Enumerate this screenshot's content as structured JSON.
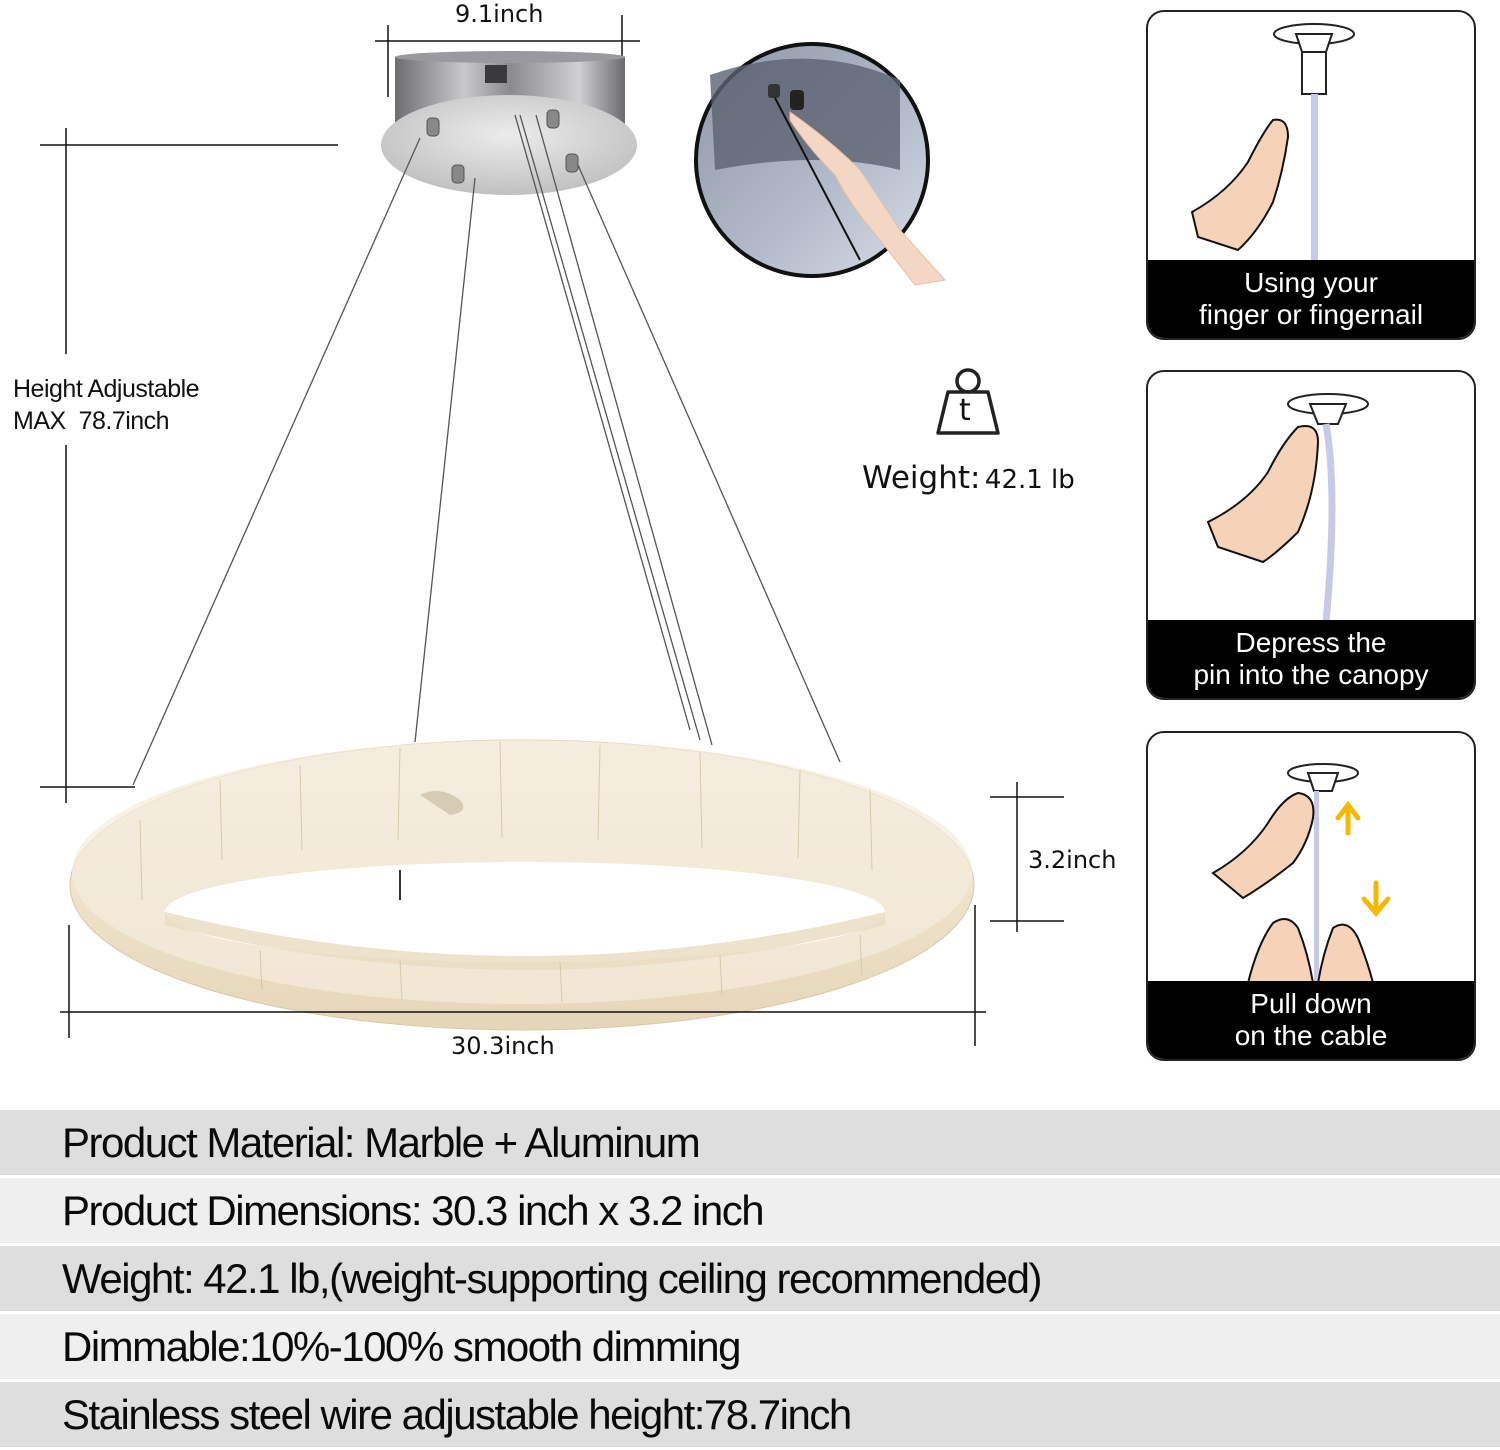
{
  "diagram": {
    "canopy_width_label": "9.1inch",
    "height_label_line1": "Height Adjustable",
    "height_label_line2": "MAX  78.7inch",
    "ring_height_label": "3.2inch",
    "ring_width_label": "30.3inch",
    "weight_icon": "weight-t-icon",
    "weight_icon_letter": "t",
    "weight_label": "Weight:",
    "weight_value": "42.1 lb"
  },
  "steps": [
    {
      "caption_line1": "Using your",
      "caption_line2": "finger or fingernail"
    },
    {
      "caption_line1": "Depress the",
      "caption_line2": "pin into the canopy"
    },
    {
      "caption_line1": "Pull down",
      "caption_line2": "on the cable"
    }
  ],
  "specs": [
    {
      "text": "Product Material: Marble + Aluminum"
    },
    {
      "text": "Product  Dimensions: 30.3 inch x 3.2 inch"
    },
    {
      "text": "Weight: 42.1 lb,(weight-supporting ceiling recommended)"
    },
    {
      "text": "Dimmable:10%-100% smooth dimming"
    },
    {
      "text": "Stainless steel wire adjustable height:78.7inch"
    }
  ],
  "colors": {
    "arrow_yellow": "#f5b800",
    "skin": "#f6d2b8",
    "cable": "#c7c9e6",
    "marble": "#f3e9d6",
    "caption_bg": "#000000",
    "spec_dark": "#dedede",
    "spec_light": "#efefef"
  }
}
